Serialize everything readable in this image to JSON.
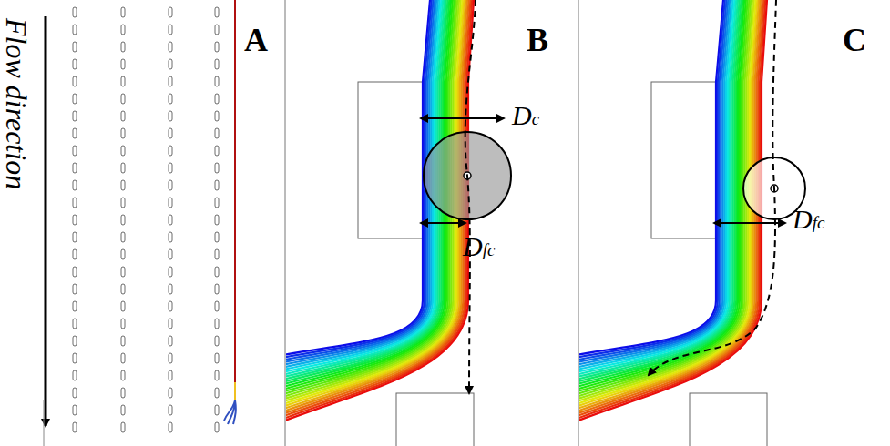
{
  "diagram": {
    "labels": [
      "Flow direction",
      "A",
      "B",
      "C",
      "Dc",
      "Dfc",
      "Dfc"
    ]
  }
}
